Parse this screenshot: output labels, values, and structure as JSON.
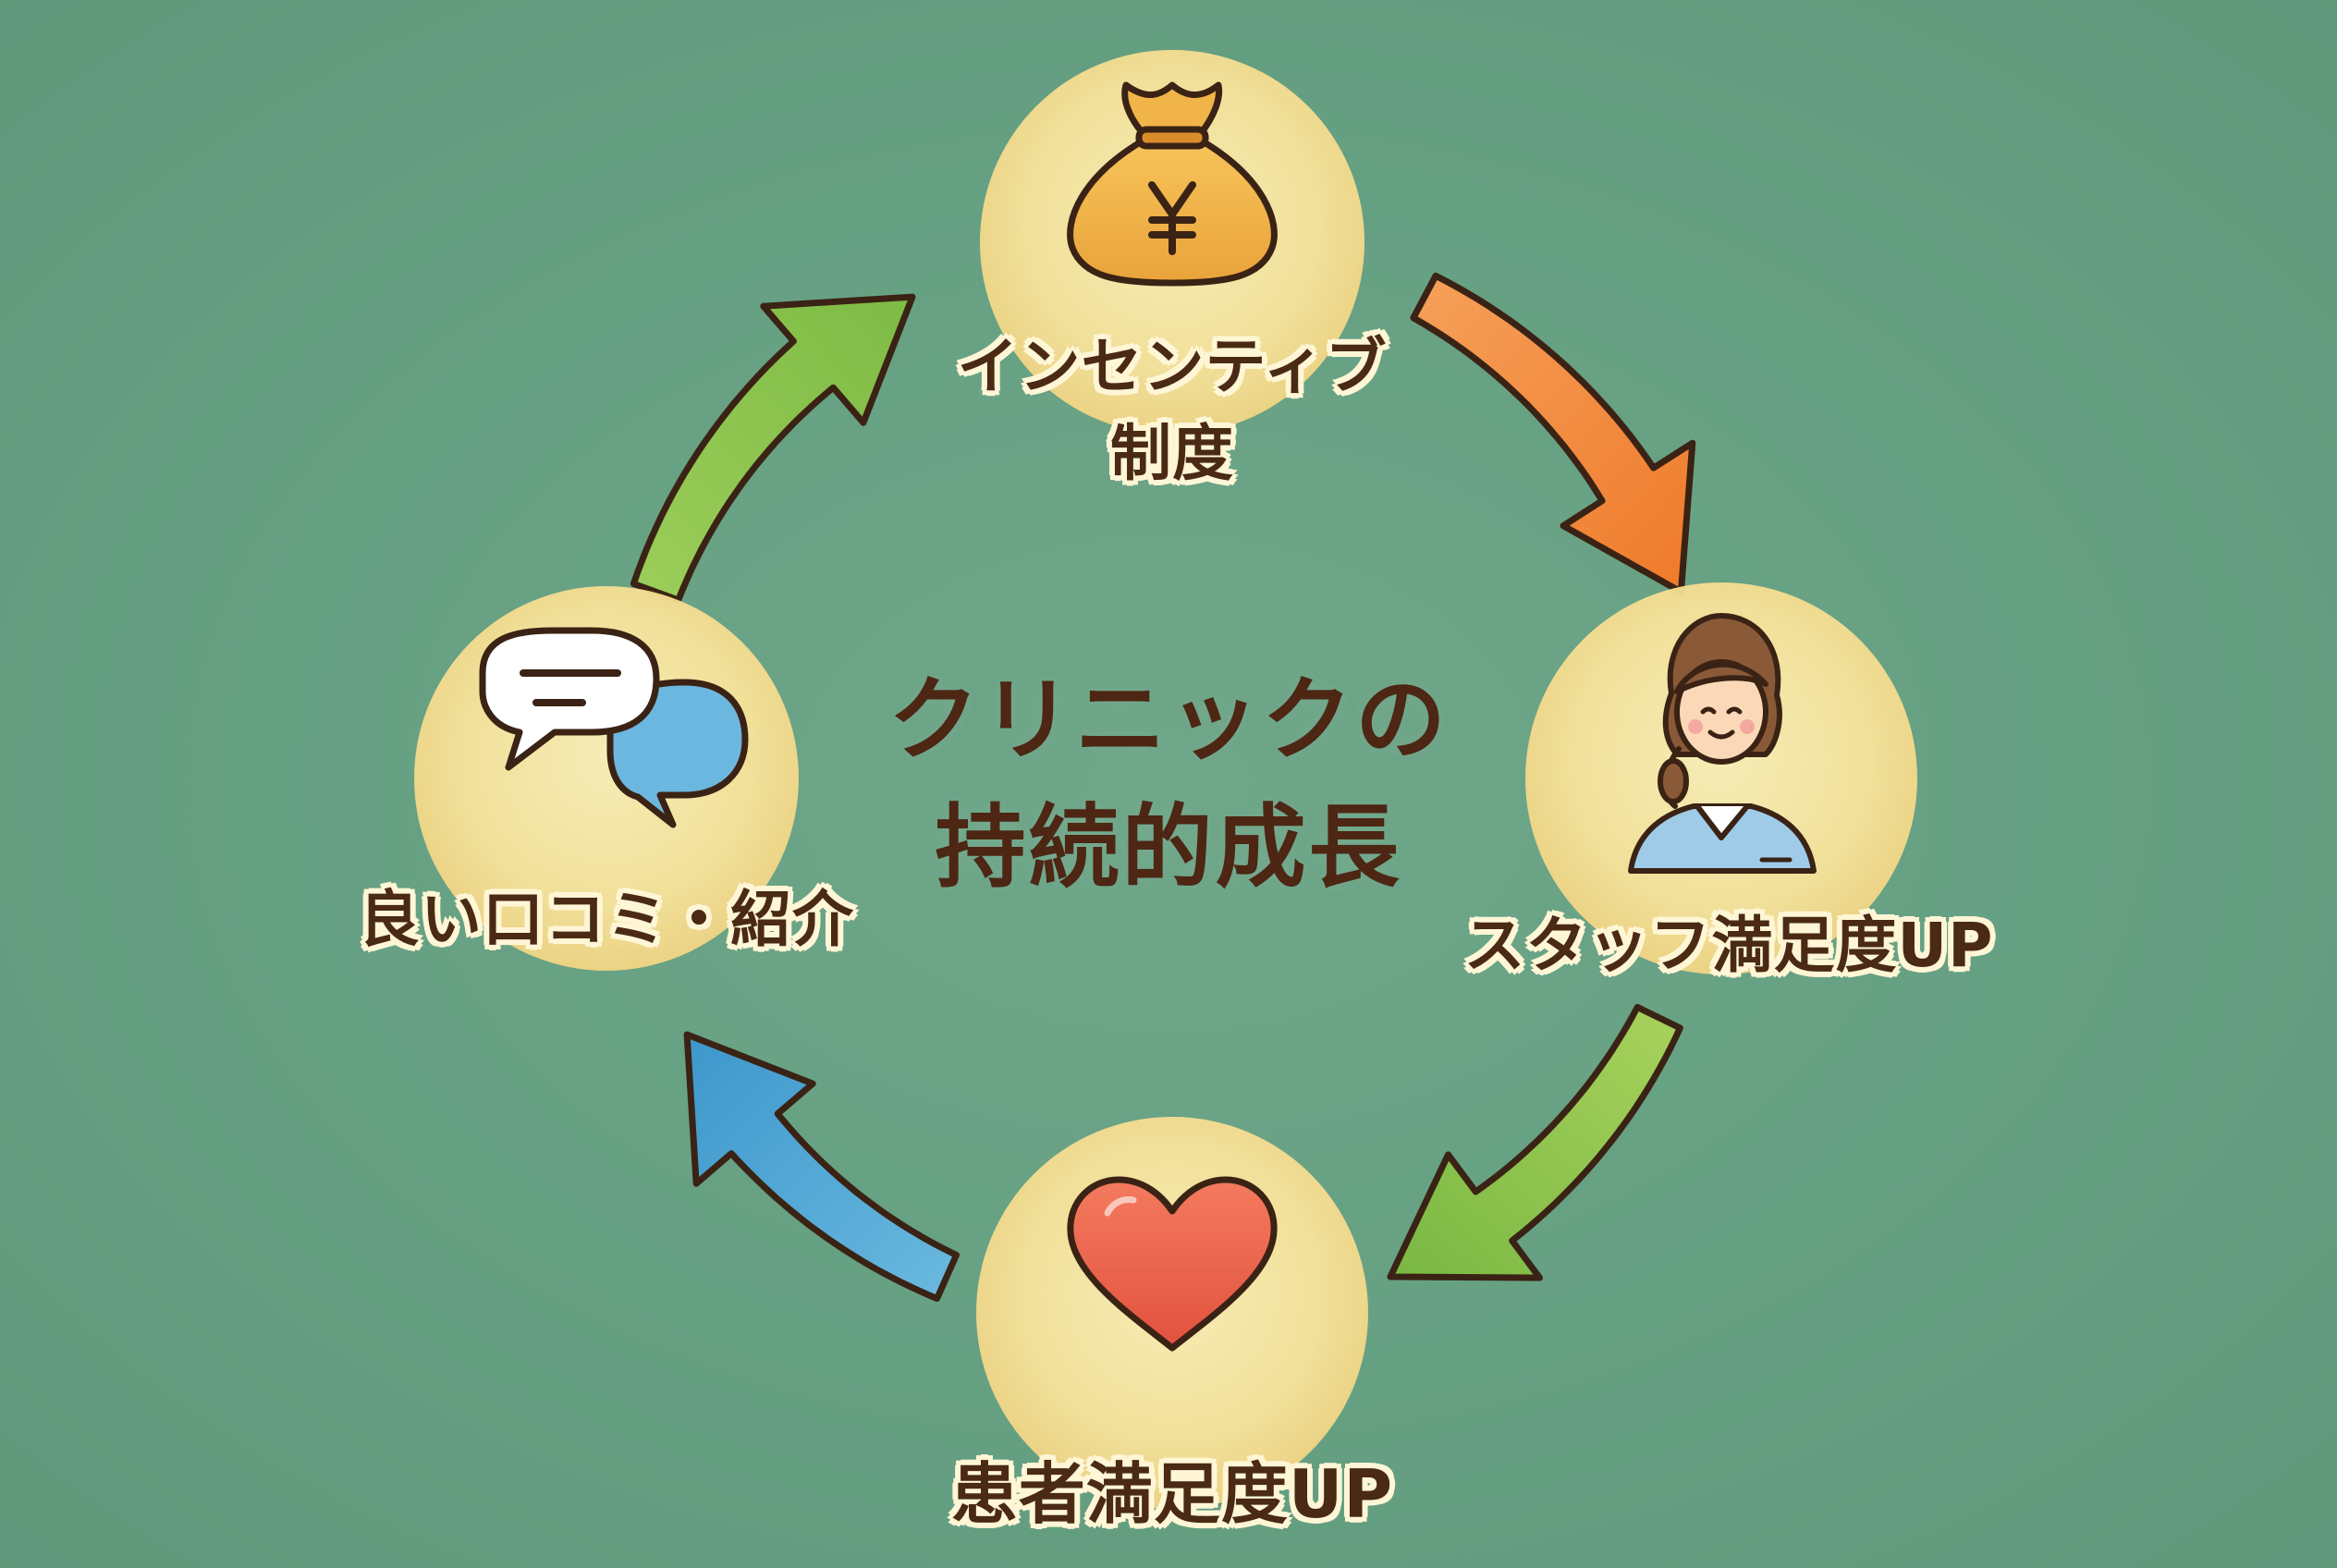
{
  "center": {
    "line1": "クリニックの",
    "line2": "持続的成長"
  },
  "nodes": {
    "top": {
      "line1": "インセンティブ",
      "line2": "制度",
      "icon": "money-bag-icon",
      "symbol": "¥"
    },
    "right": {
      "label": "スタッフ満足度UP",
      "icon": "staff-icon"
    },
    "bottom": {
      "label": "患者満足度UP",
      "icon": "heart-icon"
    },
    "left": {
      "label": "良い口コミ・紹介",
      "icon": "speech-bubbles-icon"
    }
  },
  "colors": {
    "background": "#68a184",
    "node_fill": "#fbe9a6",
    "text": "#4a2a14",
    "arrow_orange": "#f18a3a",
    "arrow_green": "#8cc14f",
    "arrow_blue": "#4aa5d6"
  }
}
